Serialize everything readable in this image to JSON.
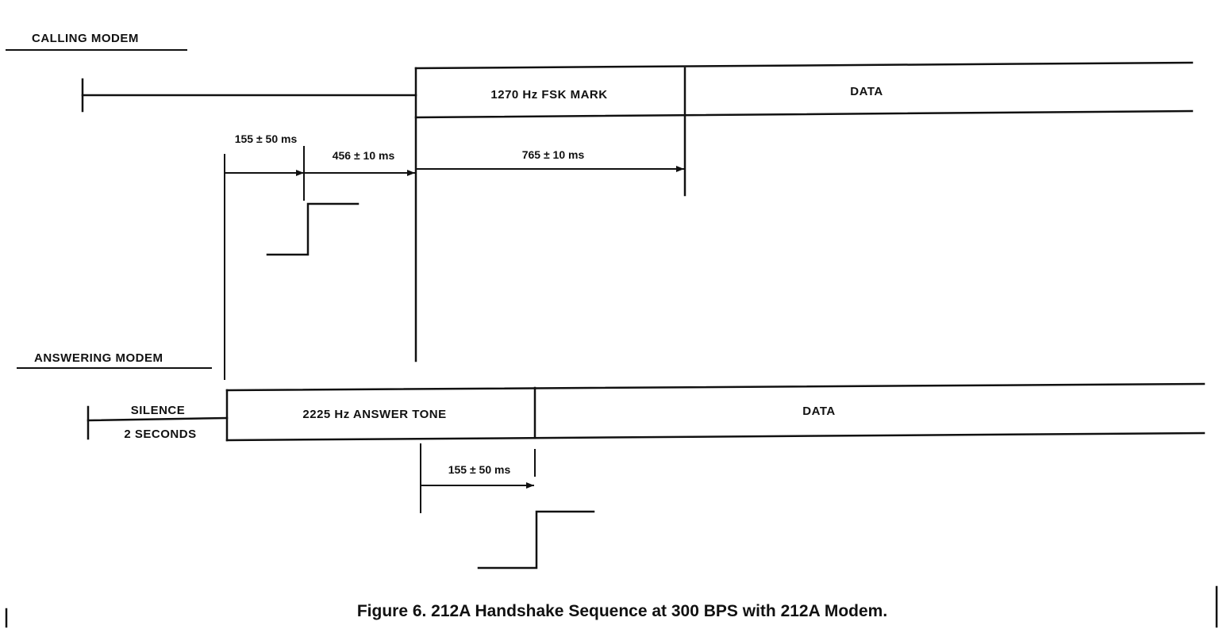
{
  "calling_modem": {
    "title": "CALLING MODEM",
    "segments": [
      "1270 Hz FSK MARK",
      "DATA"
    ],
    "timings": [
      "155 ± 50 ms",
      "456 ± 10 ms",
      "765 ± 10 ms"
    ]
  },
  "answering_modem": {
    "title": "ANSWERING MODEM",
    "silence_label": "SILENCE",
    "silence_duration": "2 SECONDS",
    "segments": [
      "2225 Hz ANSWER TONE",
      "DATA"
    ],
    "timings": [
      "155 ± 50 ms"
    ]
  },
  "caption": "Figure 6. 212A Handshake Sequence at 300 BPS with 212A Modem."
}
